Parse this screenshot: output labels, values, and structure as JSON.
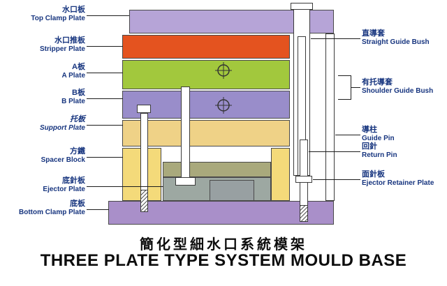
{
  "title": {
    "zh": "簡化型細水口系統模架",
    "en": "THREE PLATE TYPE SYSTEM MOULD BASE"
  },
  "labels": {
    "left": [
      {
        "zh": "水口板",
        "en": "Top Clamp Plate"
      },
      {
        "zh": "水口推板",
        "en": "Stripper Plate"
      },
      {
        "zh": "A板",
        "en": "A Plate"
      },
      {
        "zh": "B板",
        "en": "B Plate"
      },
      {
        "zh": "托板",
        "en": "Support Plate"
      },
      {
        "zh": "方鐵",
        "en": "Spacer Block"
      },
      {
        "zh": "底針板",
        "en": "Ejector Plate"
      },
      {
        "zh": "底板",
        "en": "Bottom Clamp Plate"
      }
    ],
    "right": [
      {
        "zh": "直導套",
        "en": "Straight Guide Bush"
      },
      {
        "zh": "有托導套",
        "en": "Shoulder Guide Bush"
      },
      {
        "zh": "導柱",
        "en": "Guide Pin"
      },
      {
        "zh": "回針",
        "en": "Return Pin"
      },
      {
        "zh": "面針板",
        "en": "Ejector Retainer Plate"
      }
    ]
  },
  "colors": {
    "top_clamp_plate": "#b6a4d7",
    "stripper_plate": "#e4531f",
    "a_plate": "#a2c83d",
    "b_plate": "#998dca",
    "support_plate": "#efd287",
    "spacer_block": "#f4da7a",
    "ejector_retainer_plate": "#a9a97c",
    "ejector_plate": "#9da8a2",
    "ejector_boss": "#98a0a2",
    "bottom_clamp_plate": "#a98fc9",
    "label_text": "#17357f",
    "outline": "#4a4a4a"
  }
}
